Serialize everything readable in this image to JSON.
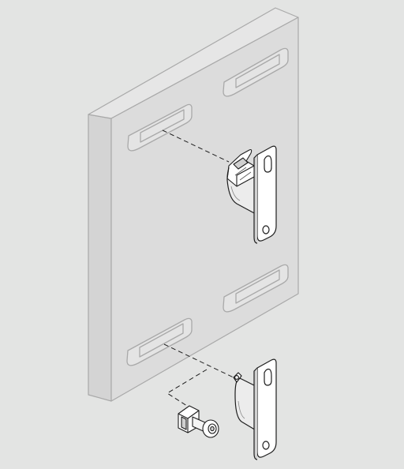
{
  "diagram": {
    "labels": [],
    "colors": {
      "background": "#e3e4e3",
      "panel_front": "#dcdcdc",
      "panel_side": "#d4d4d4",
      "panel_top": "#e6e6e6",
      "edge": "#a9a9a9",
      "hardware_fill": "#ffffff",
      "hardware_stroke": "#1e1e1e",
      "hardware_shade": "#d0d0d0"
    },
    "parts": [
      "wall-panel",
      "slot-upper-left",
      "slot-upper-right",
      "slot-lower-left",
      "slot-lower-right",
      "upper-bracket",
      "upper-clip",
      "lower-bracket",
      "shoulder-bolt",
      "bolt-clip"
    ]
  }
}
